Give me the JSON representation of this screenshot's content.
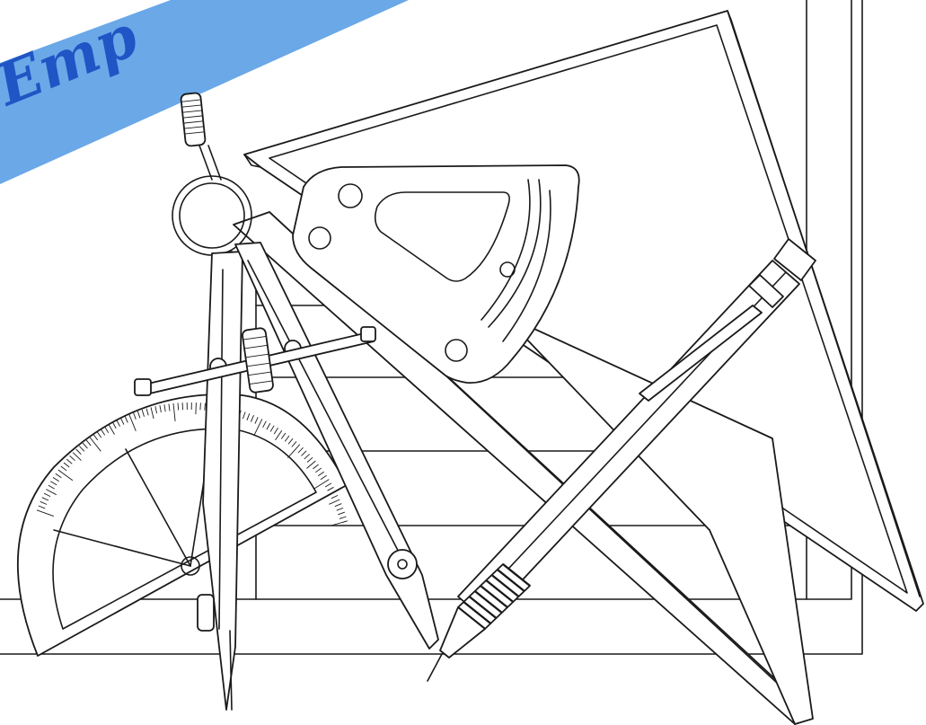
{
  "banner": {
    "text": "Emp",
    "color": "#6aa8e8",
    "text_color": "#1f55c4"
  },
  "colors": {
    "line": "#1a1a1a",
    "paper": "#ffffff",
    "accent_grey": "#d9d9d9"
  },
  "icons": [
    "drawing-board",
    "set-square",
    "adjustable-triangle",
    "compass",
    "protractor",
    "mechanical-pencil"
  ]
}
